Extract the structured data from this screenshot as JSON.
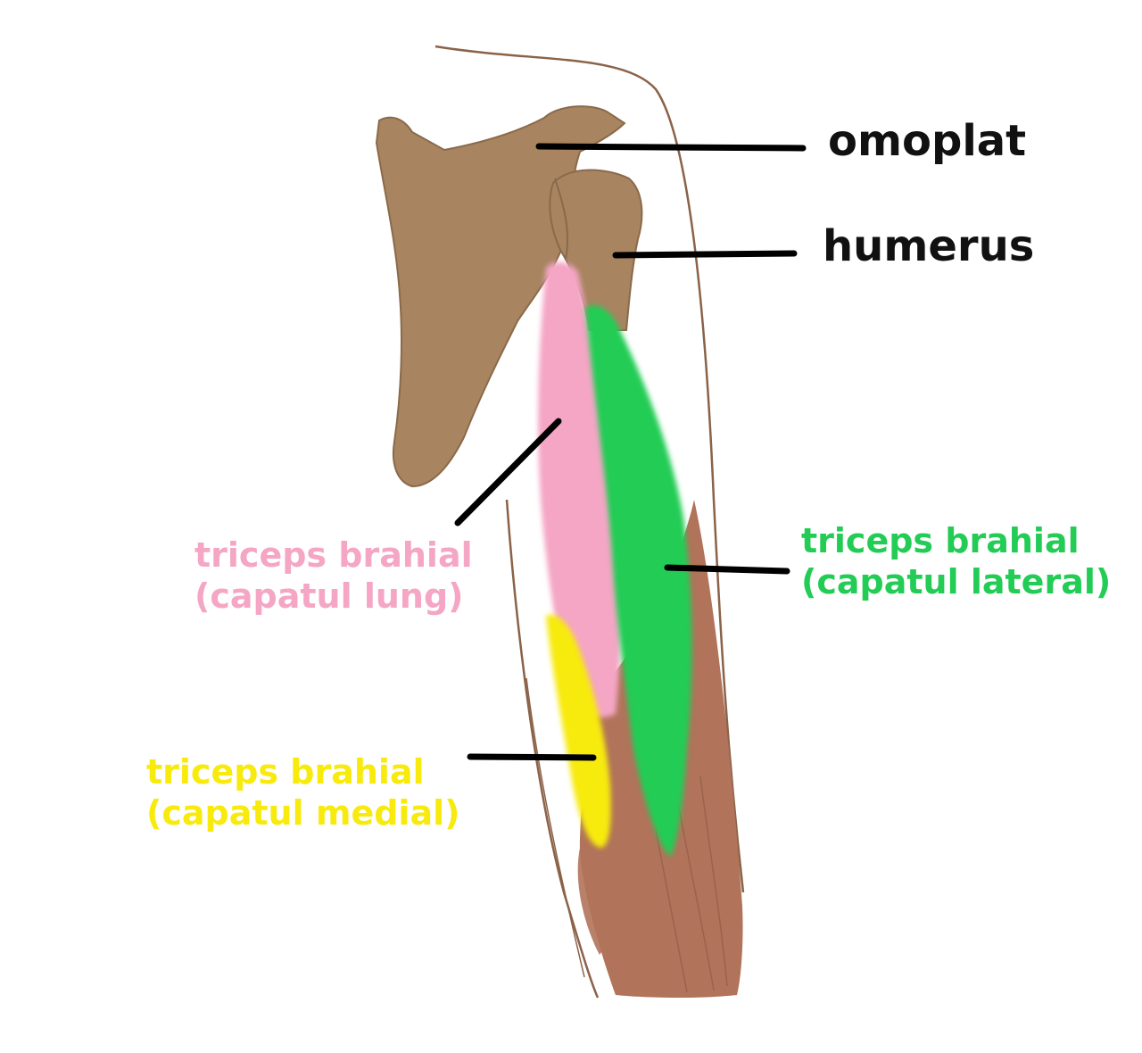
{
  "colors": {
    "bone": "#a88461",
    "bone_outline": "#8a6a4a",
    "muscle": "#b1735a",
    "long_head": "#f4a6c4",
    "lateral_head": "#22cc55",
    "medial_head": "#f7ea0c",
    "leader_line": "#000000",
    "skin_outline": "#8a6248"
  },
  "labels": {
    "scapula": {
      "text": "omoplat",
      "color": "#111111"
    },
    "humerus": {
      "text": "humerus",
      "color": "#111111"
    },
    "long_head": {
      "line1": "triceps brahial",
      "line2": "(capatul lung)",
      "color": "#f4a6c4"
    },
    "lateral_head": {
      "line1": "triceps brahial",
      "line2": "(capatul lateral)",
      "color": "#22cc55"
    },
    "medial_head": {
      "line1": "triceps brahial",
      "line2": "(capatul medial)",
      "color": "#f7ea0c"
    }
  }
}
